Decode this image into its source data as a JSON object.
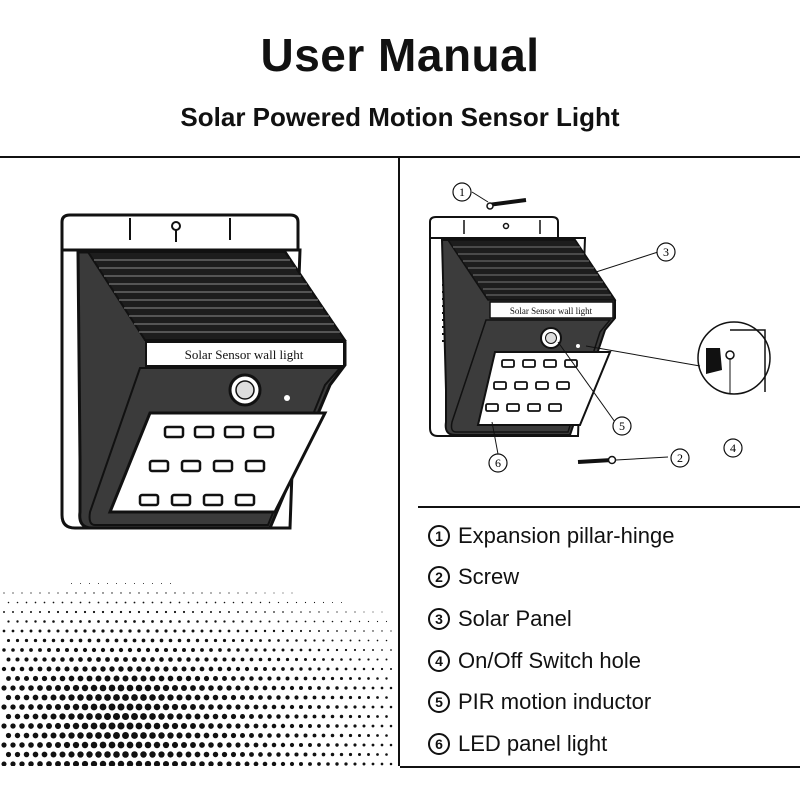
{
  "header": {
    "title": "User Manual",
    "subtitle": "Solar Powered Motion Sensor Light"
  },
  "left_product_label": "Solar Sensor wall light",
  "right_product_label": "Solar Sensor wall light",
  "callouts": [
    "1",
    "2",
    "3",
    "4",
    "5",
    "6"
  ],
  "legend": [
    {
      "num": "1",
      "label": "Expansion pillar-hinge"
    },
    {
      "num": "2",
      "label": "Screw"
    },
    {
      "num": "3",
      "label": "Solar Panel"
    },
    {
      "num": "4",
      "label": "On/Off Switch hole"
    },
    {
      "num": "5",
      "label": "PIR motion inductor"
    },
    {
      "num": "6",
      "label": "LED panel light"
    }
  ]
}
